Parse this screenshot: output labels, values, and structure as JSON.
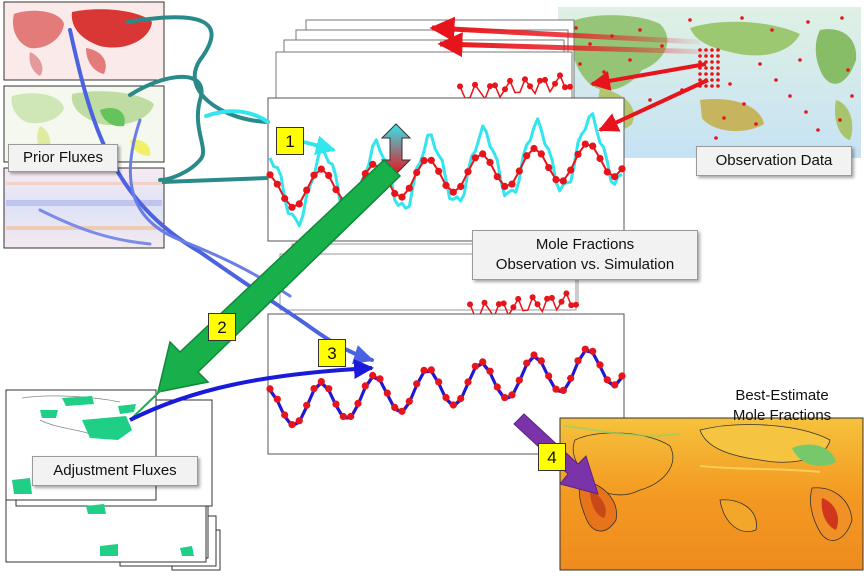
{
  "labels": {
    "prior_fluxes": "Prior Fluxes",
    "observation_data": "Observation Data",
    "mole_fractions_line1": "Mole Fractions",
    "mole_fractions_line2": "Observation vs. Simulation",
    "adjustment_fluxes": "Adjustment Fluxes",
    "best_estimate_line1": "Best-Estimate",
    "best_estimate_line2": "Mole Fractions"
  },
  "steps": [
    "1",
    "2",
    "3",
    "4"
  ],
  "colors": {
    "observation": "#e8141b",
    "simulation": "#33e5ee",
    "optimized": "#1a1adb",
    "adjustment_arrow": "#18b04a",
    "prior_flow": "#4b63e0",
    "teal_flow": "#2a8a8a",
    "step4_arrow": "#7a33a8",
    "badge": "#ffff00",
    "best_estimate_map": "#f39a22"
  },
  "icons": [
    "up-down-arrow-icon"
  ]
}
